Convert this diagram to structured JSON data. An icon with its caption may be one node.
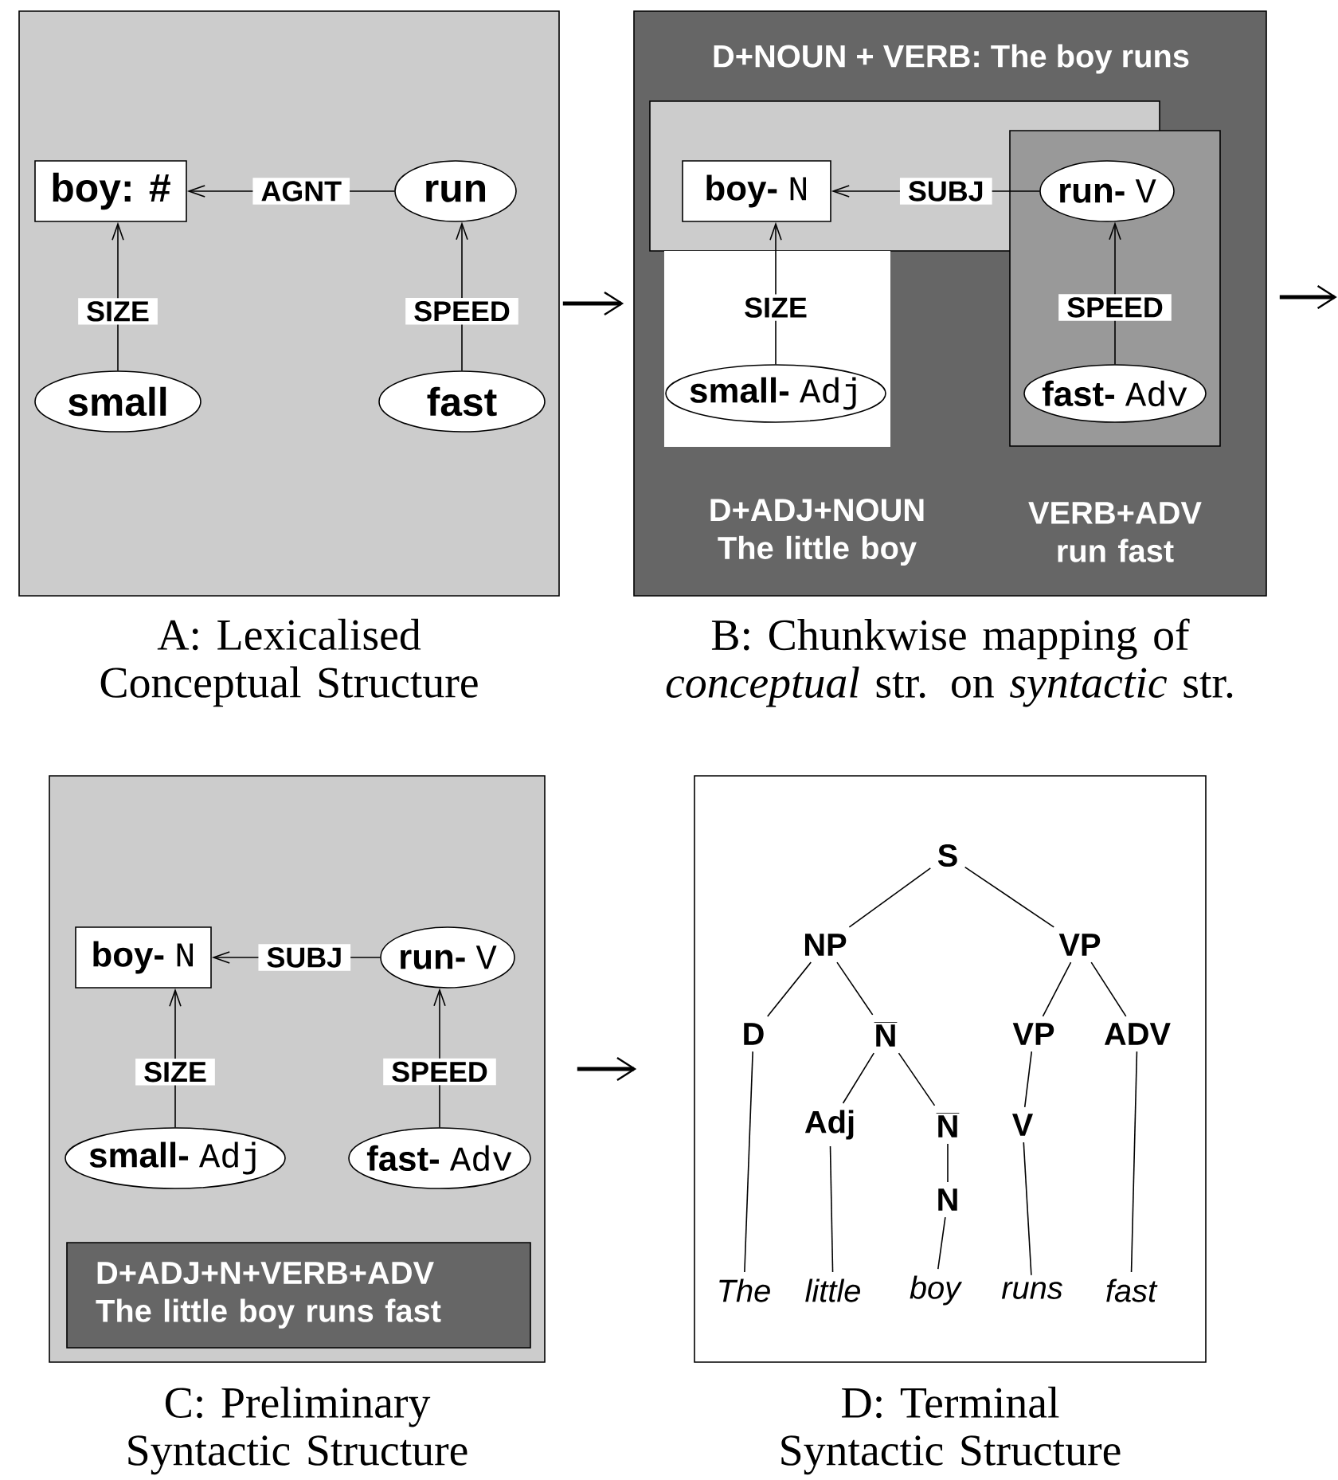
{
  "diagram": {
    "nodes": [
      {
        "text": [],
        "shape": "box",
        "beside": [
          "A: Lexicalised Conceptual Structure"
        ]
      },
      {
        "text": [
          "boy: #"
        ],
        "in": 0
      },
      {
        "text": [
          "run"
        ],
        "in": 0
      },
      {
        "text": [
          "small"
        ],
        "in": 0
      },
      {
        "text": [
          "fast"
        ],
        "in": 0
      },
      {
        "text": [
          "D+NOUN + VERB: The boy runs",
          "D+ADJ+NOUN The little boy",
          "VERB+ADV run fast"
        ],
        "beside": [
          "B: Chunkwise mapping of *conceptual* str. on *syntactic* str."
        ]
      },
      {
        "text": [],
        "shape": "box",
        "in": 5
      },
      {
        "text": [],
        "shape": "box",
        "in": 5
      },
      {
        "text": [],
        "shape": "box",
        "in": 5
      },
      {
        "text": [
          "boy-",
          "N"
        ],
        "in": 6
      },
      {
        "text": [
          "run-",
          "V"
        ],
        "in": 8
      },
      {
        "text": [
          "small-",
          "Adj"
        ],
        "in": 7
      },
      {
        "text": [
          "fast-",
          "Adv"
        ],
        "in": 8
      },
      {
        "text": [],
        "shape": "box",
        "beside": [
          "C: Preliminary Syntactic Structure"
        ]
      },
      {
        "text": [
          "boy-",
          "N"
        ],
        "in": 13
      },
      {
        "text": [
          "run-",
          "V"
        ],
        "in": 13
      },
      {
        "text": [
          "small-",
          "Adj"
        ],
        "in": 13
      },
      {
        "text": [
          "fast-",
          "Adv"
        ],
        "in": 13
      },
      {
        "text": [
          "D+ADJ+N+VERB+ADV",
          "The little boy runs fast"
        ],
        "in": 13
      },
      {
        "text": [],
        "shape": "box",
        "beside": [
          "D: Terminal Syntactic Structure"
        ]
      },
      {
        "text": [
          "S"
        ],
        "in": 19
      },
      {
        "text": [
          "NP"
        ],
        "in": 19
      },
      {
        "text": [
          "VP"
        ],
        "in": 19
      },
      {
        "text": [
          "D"
        ],
        "in": 19
      },
      {
        "text": [
          "N"
        ],
        "in": 19
      },
      {
        "text": [
          "VP"
        ],
        "in": 19
      },
      {
        "text": [
          "ADV"
        ],
        "in": 19
      },
      {
        "text": [
          "Adj"
        ],
        "in": 19
      },
      {
        "text": [
          "N"
        ],
        "in": 19
      },
      {
        "text": [
          "V"
        ],
        "in": 19
      },
      {
        "text": [
          "N"
        ],
        "in": 19
      },
      {
        "text": [
          "The"
        ],
        "in": 19
      },
      {
        "text": [
          "little"
        ],
        "in": 19
      },
      {
        "text": [
          "boy"
        ],
        "in": 19
      },
      {
        "text": [
          "runs"
        ],
        "in": 19
      },
      {
        "text": [
          "fast"
        ],
        "in": 19
      }
    ],
    "edges": [
      {
        "from": 2,
        "to": 1,
        "arrow": "to",
        "label": "AGNT"
      },
      {
        "from": 3,
        "to": 1,
        "arrow": "to",
        "label": "SIZE"
      },
      {
        "from": 4,
        "to": 2,
        "arrow": "to",
        "label": "SPEED"
      },
      {
        "from": 0,
        "to": 5,
        "arrow": "to",
        "style": "thick"
      },
      {
        "from": 10,
        "to": 9,
        "arrow": "to",
        "label": "SUBJ"
      },
      {
        "from": 11,
        "to": 9,
        "arrow": "to",
        "label": "SIZE"
      },
      {
        "from": 12,
        "to": 10,
        "arrow": "to",
        "label": "SPEED"
      },
      {
        "from": 5,
        "to": null,
        "arrow": "to",
        "style": "thick"
      },
      {
        "from": 15,
        "to": 14,
        "arrow": "to",
        "label": "SUBJ"
      },
      {
        "from": 16,
        "to": 14,
        "arrow": "to",
        "label": "SIZE"
      },
      {
        "from": 17,
        "to": 15,
        "arrow": "to",
        "label": "SPEED"
      },
      {
        "from": 13,
        "to": 19,
        "arrow": "to",
        "style": "thick"
      },
      {
        "from": 20,
        "to": 21,
        "arrow": "none"
      },
      {
        "from": 20,
        "to": 22,
        "arrow": "none"
      },
      {
        "from": 21,
        "to": 23,
        "arrow": "none"
      },
      {
        "from": 21,
        "to": 24,
        "arrow": "none"
      },
      {
        "from": 22,
        "to": 25,
        "arrow": "none"
      },
      {
        "from": 22,
        "to": 26,
        "arrow": "none"
      },
      {
        "from": 24,
        "to": 27,
        "arrow": "none"
      },
      {
        "from": 24,
        "to": 28,
        "arrow": "none"
      },
      {
        "from": 25,
        "to": 29,
        "arrow": "none"
      },
      {
        "from": 28,
        "to": 30,
        "arrow": "none"
      },
      {
        "from": 23,
        "to": 31,
        "arrow": "none"
      },
      {
        "from": 27,
        "to": 32,
        "arrow": "none"
      },
      {
        "from": 30,
        "to": 33,
        "arrow": "none"
      },
      {
        "from": 29,
        "to": 34,
        "arrow": "none"
      },
      {
        "from": 26,
        "to": 35,
        "arrow": "none"
      }
    ]
  }
}
